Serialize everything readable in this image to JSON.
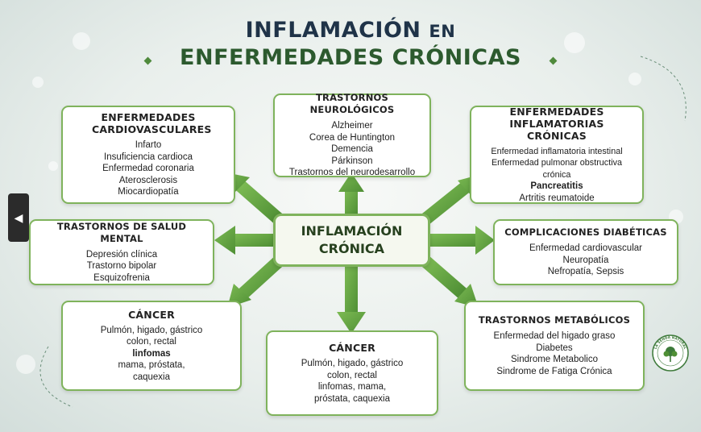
{
  "title": {
    "line1_main": "INFLAMACIÓN",
    "line1_small": "EN",
    "line2": "ENFERMEDADES CRÓNICAS"
  },
  "center": "INFLAMACIÓN CRÓNICA",
  "boxes": {
    "cardio": {
      "title": "ENFERMEDADES CARDIOVASCULARES",
      "items": [
        "Infarto",
        "Insuficiencia cardioca",
        "Enfermedad coronaria",
        "Aterosclerosis",
        "Miocardiopatía"
      ]
    },
    "neuro": {
      "title": "TRASTORNOS NEUROLÓGICOS",
      "items": [
        "Alzheimer",
        "Corea de Huntington",
        "Demencia",
        "Párkinson",
        "Trastornos del neurodesarrollo"
      ]
    },
    "inflam": {
      "title": "ENFERMEDADES INFLAMATORIAS CRÓNICAS",
      "items": [
        "Enfermedad inflamatoria intestinal",
        "Enfermedad pulmonar obstructiva",
        "crónica",
        "Pancreatitis",
        "Artritis reumatoide"
      ]
    },
    "mental": {
      "title": "TRASTORNOS DE SALUD MENTAL",
      "items": [
        "Depresión clínica",
        "Trastorno bipolar",
        "Esquizofrenia"
      ]
    },
    "diab": {
      "title": "COMPLICACIONES DIABÉTICAS",
      "items": [
        "Enfermedad cardiovascular",
        "Neuropatía",
        "Nefropatía, Sepsis"
      ]
    },
    "cancer1": {
      "title": "CÁNCER",
      "items": [
        "Pulmón, higado, gástrico",
        "colon, rectal",
        "linfomas",
        "mama, próstata,",
        "caquexia"
      ]
    },
    "cancer2": {
      "title": "CÁNCER",
      "items": [
        "Pulmón, higado, gástrico",
        "colon, rectal",
        "linfomas, mama,",
        "próstata, caquexia"
      ]
    },
    "meta": {
      "title": "TRASTORNOS METABÓLICOS",
      "items": [
        "Enfermedad del higado graso",
        "Diabetes",
        "Sindrome Metabolico",
        "Sindrome de Fatiga Crónica"
      ]
    }
  },
  "nav": {
    "prev_icon": "◀"
  },
  "logo_text": "LA SENDA NATURAL",
  "colors": {
    "accent": "#7fb35c",
    "arrow": "#5d9b3e",
    "title_dark": "#1f3348",
    "title_green": "#2c5a2e"
  }
}
